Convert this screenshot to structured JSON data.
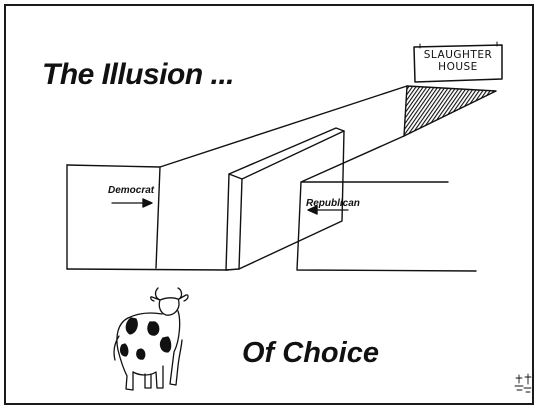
{
  "cartoon": {
    "title": "The Illusion ...",
    "subtitle": "Of Choice",
    "sign": {
      "line1": "SLAUGHTER",
      "line2": "HOUSE"
    },
    "labels": {
      "left": "Democrat",
      "right": "Republican"
    },
    "colors": {
      "ink": "#111111",
      "background": "#ffffff"
    },
    "icons": [
      "cow-icon",
      "arrow-right-icon",
      "arrow-left-icon",
      "signature-seal"
    ]
  }
}
